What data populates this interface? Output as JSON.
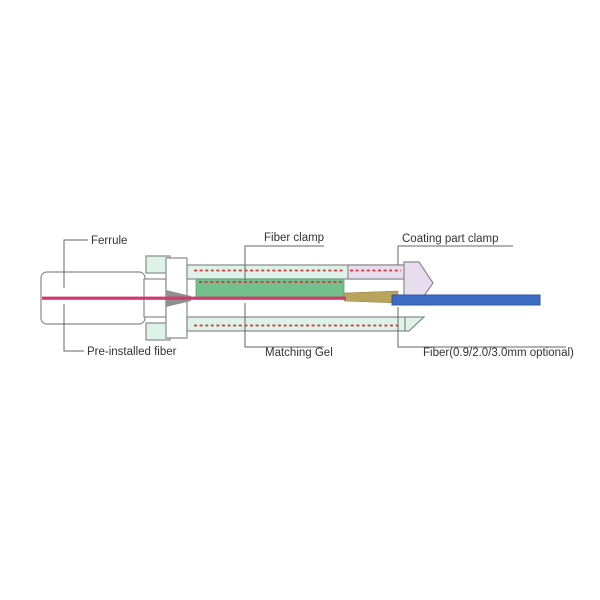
{
  "diagram": {
    "type": "fiber-optic-fast-connector-cross-section",
    "labels": {
      "ferrule": "Ferrule",
      "fiber_clamp": "Fiber clamp",
      "coating_part_clamp": "Coating part clamp",
      "pre_installed_fiber": "Pre-installed fiber",
      "matching_gel": "Matching Gel",
      "fiber_optional": "Fiber(0.9/2.0/3.0mm optional)"
    },
    "colors": {
      "body_mint": "#ddf3ea",
      "clamp_green": "#74c08c",
      "coating_lavender": "#e8dcef",
      "gel_tan": "#b9a45e",
      "cable_blue": "#3e6cc3",
      "fiber_pink": "#d23a6e",
      "dash_red": "#d63333",
      "outline_gray": "#8a8a8a",
      "leader_gray": "#666666",
      "label_text": "#333333"
    }
  }
}
